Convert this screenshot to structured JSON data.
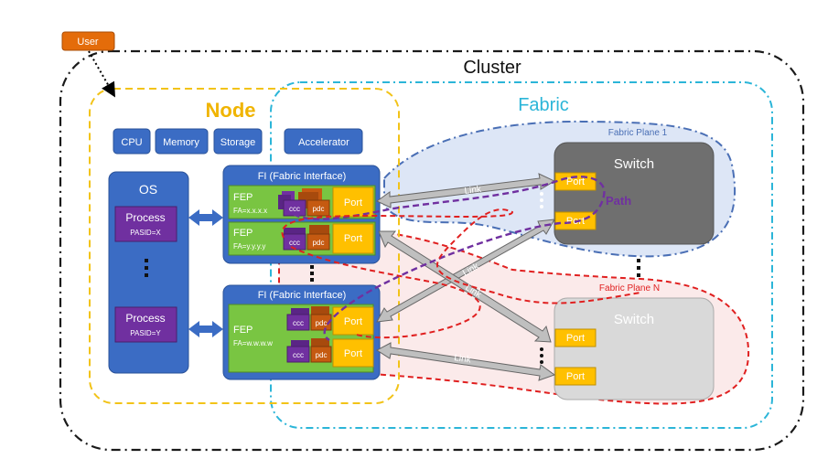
{
  "labels": {
    "user": "User",
    "cluster": "Cluster",
    "node": "Node",
    "fabric": "Fabric",
    "fabric_plane_1": "Fabric Plane 1",
    "fabric_plane_n": "Fabric Plane N",
    "cpu": "CPU",
    "memory": "Memory",
    "storage": "Storage",
    "accelerator": "Accelerator",
    "os": "OS",
    "process_1": "Process",
    "pasid_1": "PASID=X",
    "process_2": "Process",
    "pasid_2": "PASID=Y",
    "fi_1": "FI (Fabric Interface)",
    "fi_2": "FI (Fabric Interface)",
    "fep_1": "FEP",
    "fa_1": "FA=x.x.x.x",
    "fep_2": "FEP",
    "fa_2": "FA=y.y.y.y",
    "fep_3": "FEP",
    "fa_3": "FA=w.w.w.w",
    "ccc": "ccc",
    "pdc": "pdc",
    "port": "Port",
    "switch_1": "Switch",
    "switch_2": "Switch",
    "path": "Path",
    "link": "Link"
  },
  "colors": {
    "user_fill": "#e46c0a",
    "node_outline": "#f2c318",
    "node_title": "#f0b400",
    "fabric_outline": "#2bb5d8",
    "fabric_title": "#2bb5d8",
    "plane1_fill": "#dde6f6",
    "plane1_outline": "#4a6fb5",
    "planeN_fill": "#fbeaea",
    "planeN_outline": "#e02020",
    "box_blue": "#3b6cc4",
    "box_blue_dark": "#2a5298",
    "fep_green": "#79c542",
    "process_purple": "#7030a0",
    "port_yellow": "#ffc000",
    "pdc_orange": "#c55a11",
    "switch1_fill": "#6f6f6f",
    "switch2_fill": "#d9d9d9",
    "path_purple": "#7030a0",
    "red_path": "#e02020"
  }
}
